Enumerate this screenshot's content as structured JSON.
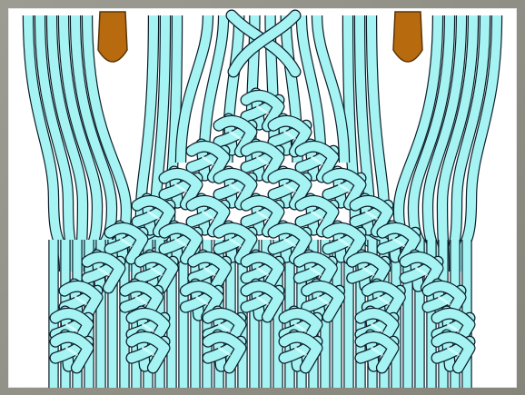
{
  "diagram": {
    "subject": "macrame-knot-pattern",
    "colors": {
      "cord_fill": "#a5f3f3",
      "cord_highlight": "#d8ffff",
      "cord_outline": "#0d1d28",
      "pin": "#b86a0e",
      "pin_outline": "#5a3506",
      "background": "#ffffff",
      "frame": "#8f8f86"
    },
    "pins": [
      {
        "name": "left-pin"
      },
      {
        "name": "right-pin"
      }
    ],
    "cords": {
      "count": 36
    },
    "knot_rows": 10
  }
}
